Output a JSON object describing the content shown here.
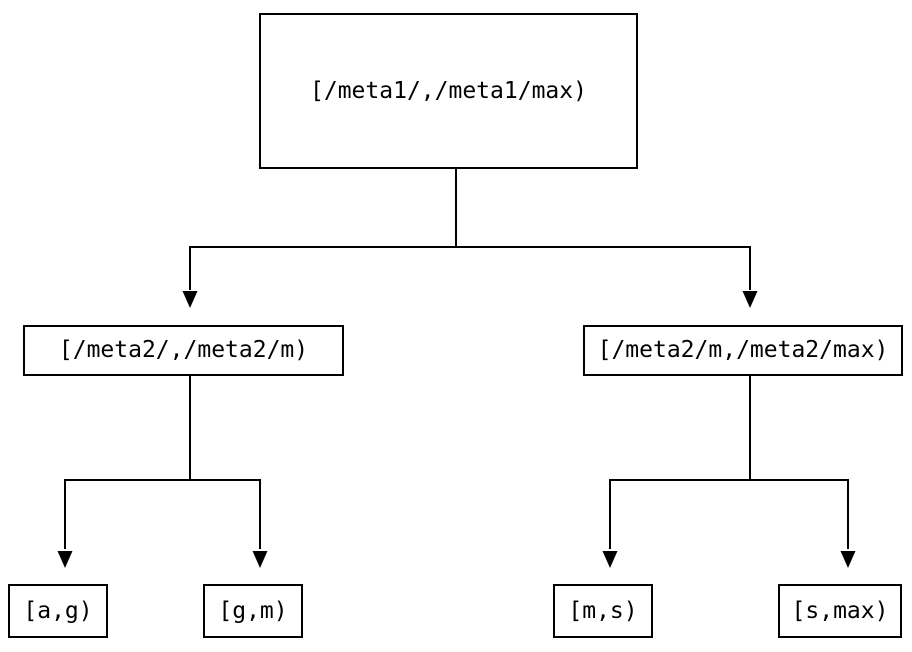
{
  "diagram": {
    "type": "tree",
    "background_color": "#ffffff",
    "line_color": "#000000",
    "node_border_color": "#000000",
    "nodes": {
      "root": {
        "label": "[/meta1/,/meta1/max)"
      },
      "left_child": {
        "label": "[/meta2/,/meta2/m)"
      },
      "right_child": {
        "label": "[/meta2/m,/meta2/max)"
      },
      "leaf_ag": {
        "label": "[a,g)"
      },
      "leaf_gm": {
        "label": "[g,m)"
      },
      "leaf_ms": {
        "label": "[m,s)"
      },
      "leaf_smax": {
        "label": "[s,max)"
      }
    },
    "edges": [
      {
        "from": "root",
        "to": "left_child"
      },
      {
        "from": "root",
        "to": "right_child"
      },
      {
        "from": "left_child",
        "to": "leaf_ag"
      },
      {
        "from": "left_child",
        "to": "leaf_gm"
      },
      {
        "from": "right_child",
        "to": "leaf_ms"
      },
      {
        "from": "right_child",
        "to": "leaf_smax"
      }
    ]
  }
}
